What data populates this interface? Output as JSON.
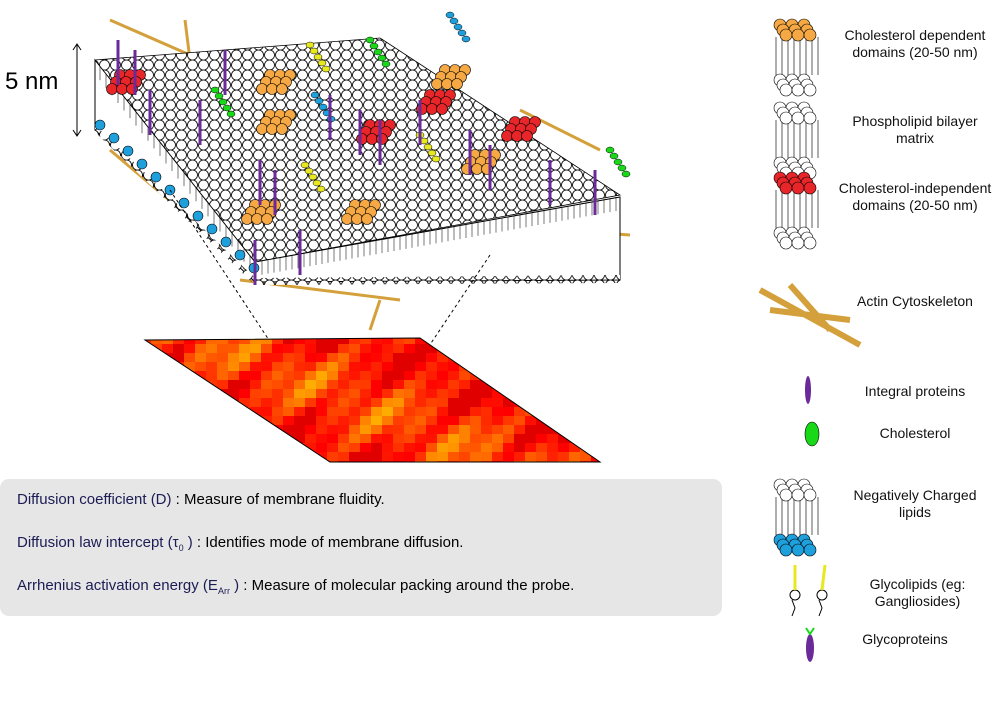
{
  "scale_label": "5 nm",
  "legend": {
    "chol_dependent": "Cholesterol dependent domains (20-50 nm)",
    "phospholipid": "Phospholipid bilayer matrix",
    "chol_independent": "Cholesterol-independent domains (20-50 nm)",
    "actin": "Actin Cytoskeleton",
    "integral": "Integral proteins",
    "cholesterol": "Cholesterol",
    "negative": "Negatively Charged lipids",
    "glycolipids": "Glycolipids (eg: Gangliosides)",
    "glycoproteins": "Glycoproteins"
  },
  "info": [
    {
      "term": "Diffusion coefficient (D)",
      "desc": " : Measure of membrane fluidity."
    },
    {
      "term_pre": "Diffusion law intercept (τ",
      "term_sub": "0",
      "term_post": " )",
      "desc": " : Identifies mode of membrane diffusion."
    },
    {
      "term_pre": "Arrhenius activation energy (E",
      "term_sub": "Arr",
      "term_post": " )",
      "desc": " : Measure of molecular packing around the probe."
    }
  ],
  "colors": {
    "orange": "#f5a843",
    "red": "#e8262a",
    "cyan": "#1ea0dc",
    "green": "#18d818",
    "purple": "#6a2a9a",
    "actin": "#d4a03c",
    "box": "#e6e6e6"
  }
}
